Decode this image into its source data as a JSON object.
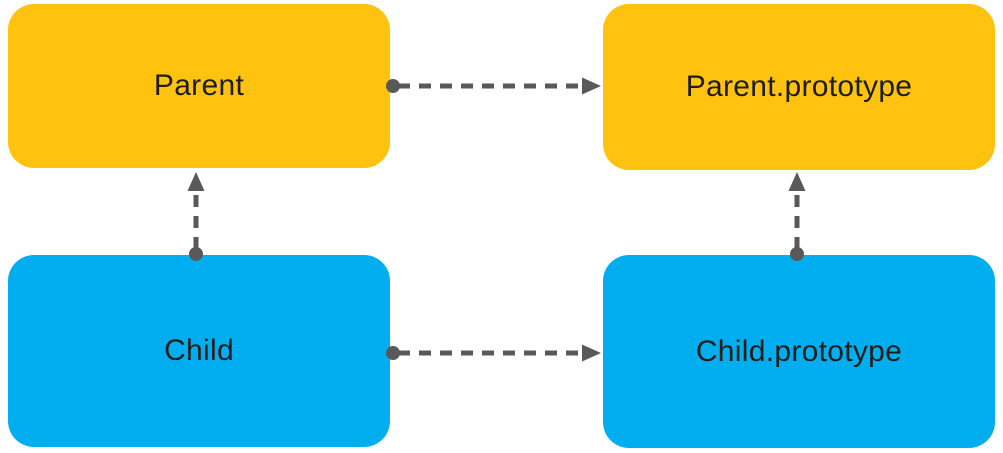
{
  "diagram": {
    "background_color": "#ffffff",
    "edge_color": "#595959",
    "nodes": [
      {
        "id": "parent",
        "label": "Parent",
        "fill_color": "#FFC20E",
        "text_color": "#1D1D1B"
      },
      {
        "id": "parent-prototype",
        "label": "Parent.prototype",
        "fill_color": "#FFC20E",
        "text_color": "#1D1D1B"
      },
      {
        "id": "child",
        "label": "Child",
        "fill_color": "#00AEEF",
        "text_color": "#1D1D1B"
      },
      {
        "id": "child-prototype",
        "label": "Child.prototype",
        "fill_color": "#00AEEF",
        "text_color": "#1D1D1B"
      }
    ],
    "edges": [
      {
        "from": "Parent",
        "to": "Parent.prototype",
        "style": "dashed",
        "start_cap": "dot",
        "end_cap": "arrow",
        "direction": "right"
      },
      {
        "from": "Child",
        "to": "Parent",
        "style": "dashed",
        "start_cap": "dot",
        "end_cap": "arrow",
        "direction": "up"
      },
      {
        "from": "Child",
        "to": "Child.prototype",
        "style": "dashed",
        "start_cap": "dot",
        "end_cap": "arrow",
        "direction": "right"
      },
      {
        "from": "Child.prototype",
        "to": "Parent.prototype",
        "style": "dashed",
        "start_cap": "dot",
        "end_cap": "arrow",
        "direction": "up"
      }
    ]
  }
}
